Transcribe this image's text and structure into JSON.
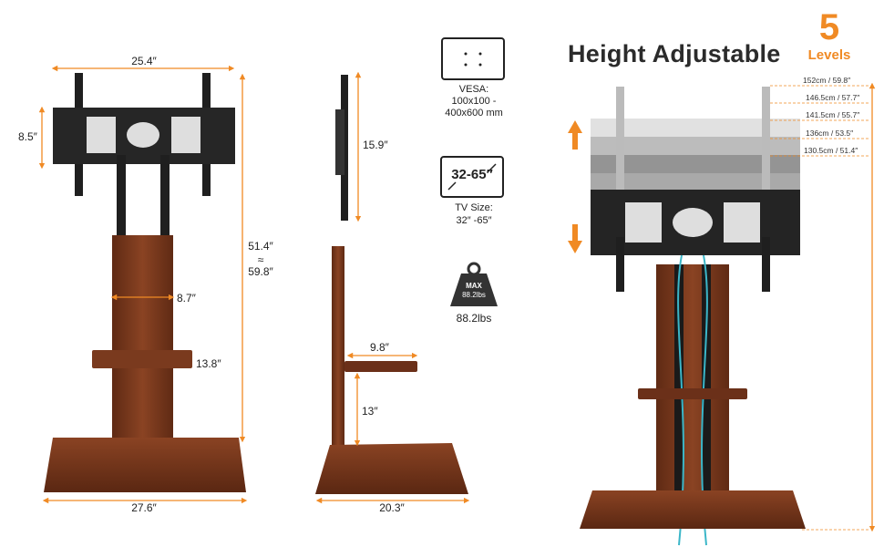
{
  "front_view": {
    "width_top": "25.4″",
    "bracket_height": "8.5″",
    "column_width": "8.7″",
    "shelf_width": "13.8″",
    "height_min": "51.4″",
    "height_sep": "≈",
    "height_max": "59.8″",
    "base_width": "27.6″"
  },
  "side_view": {
    "bracket_height": "15.9″",
    "shelf_depth": "9.8″",
    "shelf_height": "13″",
    "base_depth": "20.3″"
  },
  "specs": {
    "vesa_label": "VESA:",
    "vesa_value_1": "100x100 -",
    "vesa_value_2": "400x600 mm",
    "tv_size_badge": "32-65″",
    "tv_size_label": "TV Size:",
    "tv_size_value": "32″ -65″",
    "weight_badge_1": "MAX",
    "weight_badge_2": "88.2lbs",
    "weight_value": "88.2lbs"
  },
  "height_panel": {
    "headline": "Height Adjustable",
    "levels_number": "5",
    "levels_word": "Levels",
    "levels": [
      "152cm / 59.8″",
      "146.5cm / 57.7″",
      "141.5cm / 55.7″",
      "136cm / 53.5″",
      "130.5cm / 51.4″"
    ]
  },
  "colors": {
    "wood": "#7a3a1e",
    "wood_dark": "#5a2712",
    "metal": "#1f1f1f",
    "accent": "#f08a24"
  }
}
